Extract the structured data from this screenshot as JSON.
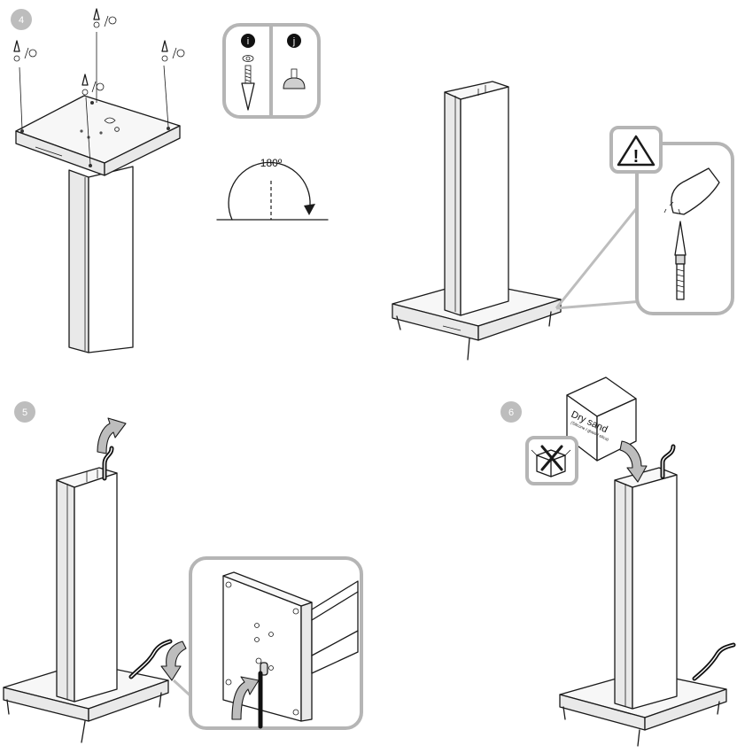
{
  "steps": [
    {
      "number": "4",
      "badge_color": "#bdbdbd"
    },
    {
      "number": "5",
      "badge_color": "#bdbdbd"
    },
    {
      "number": "6",
      "badge_color": "#bdbdbd"
    }
  ],
  "parts": [
    {
      "letter": "i",
      "icon": "spike-with-nut-icon"
    },
    {
      "letter": "j",
      "icon": "rubber-foot-icon"
    }
  ],
  "rotation": {
    "label": "180º"
  },
  "warning": {
    "icon": "warning-triangle-icon",
    "symbol": "!"
  },
  "sand_box": {
    "title": "Dry sand",
    "subtitle": "(Silicone / glass / silica)"
  },
  "no_box_icon": "box-crossed-out-icon",
  "colors": {
    "outline": "#1a1a1a",
    "callout_border": "#b5b5b5",
    "badge": "#bdbdbd",
    "panel": "#f7f7f7"
  }
}
